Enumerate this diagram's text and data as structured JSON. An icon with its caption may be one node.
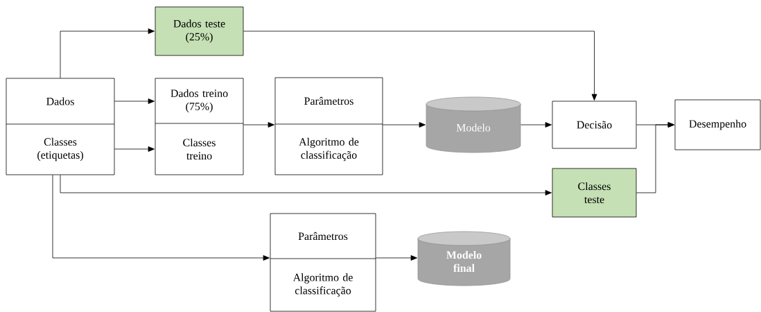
{
  "diagram": {
    "nodes": [
      {
        "text": [
          "Dados teste (25%)"
        ]
      },
      {
        "text": [
          "Dados",
          "Classes (etiquetas)"
        ]
      },
      {
        "text": [
          "Dados treino (75%)",
          "Classes treino"
        ]
      },
      {
        "text": [
          "Parâmetros",
          "Algoritmo de classificação"
        ]
      },
      {
        "text": [
          "Modelo"
        ]
      },
      {
        "text": [
          "Decisão"
        ]
      },
      {
        "text": [
          "Desempenho"
        ]
      },
      {
        "text": [
          "Classes teste"
        ]
      },
      {
        "text": [
          "Parâmetros",
          "Algoritmo de classificação"
        ]
      },
      {
        "text": [
          "Modelo final"
        ]
      }
    ],
    "edges": [
      {
        "from": 1,
        "to": 0,
        "arrow": "to"
      },
      {
        "from": 1,
        "to": 2,
        "arrow": "to"
      },
      {
        "from": 1,
        "to": 2,
        "arrow": "to"
      },
      {
        "from": 2,
        "to": 3,
        "arrow": "to"
      },
      {
        "from": 3,
        "to": 4,
        "arrow": "to"
      },
      {
        "from": 4,
        "to": 5,
        "arrow": "to"
      },
      {
        "from": 0,
        "to": 5,
        "arrow": "to"
      },
      {
        "from": 5,
        "to": 6,
        "arrow": "to"
      },
      {
        "from": 7,
        "to": 6,
        "arrow": "to"
      },
      {
        "from": 1,
        "to": 7,
        "arrow": "to"
      },
      {
        "from": 1,
        "to": 8,
        "arrow": "to"
      },
      {
        "from": 8,
        "to": 9,
        "arrow": "to"
      }
    ]
  }
}
